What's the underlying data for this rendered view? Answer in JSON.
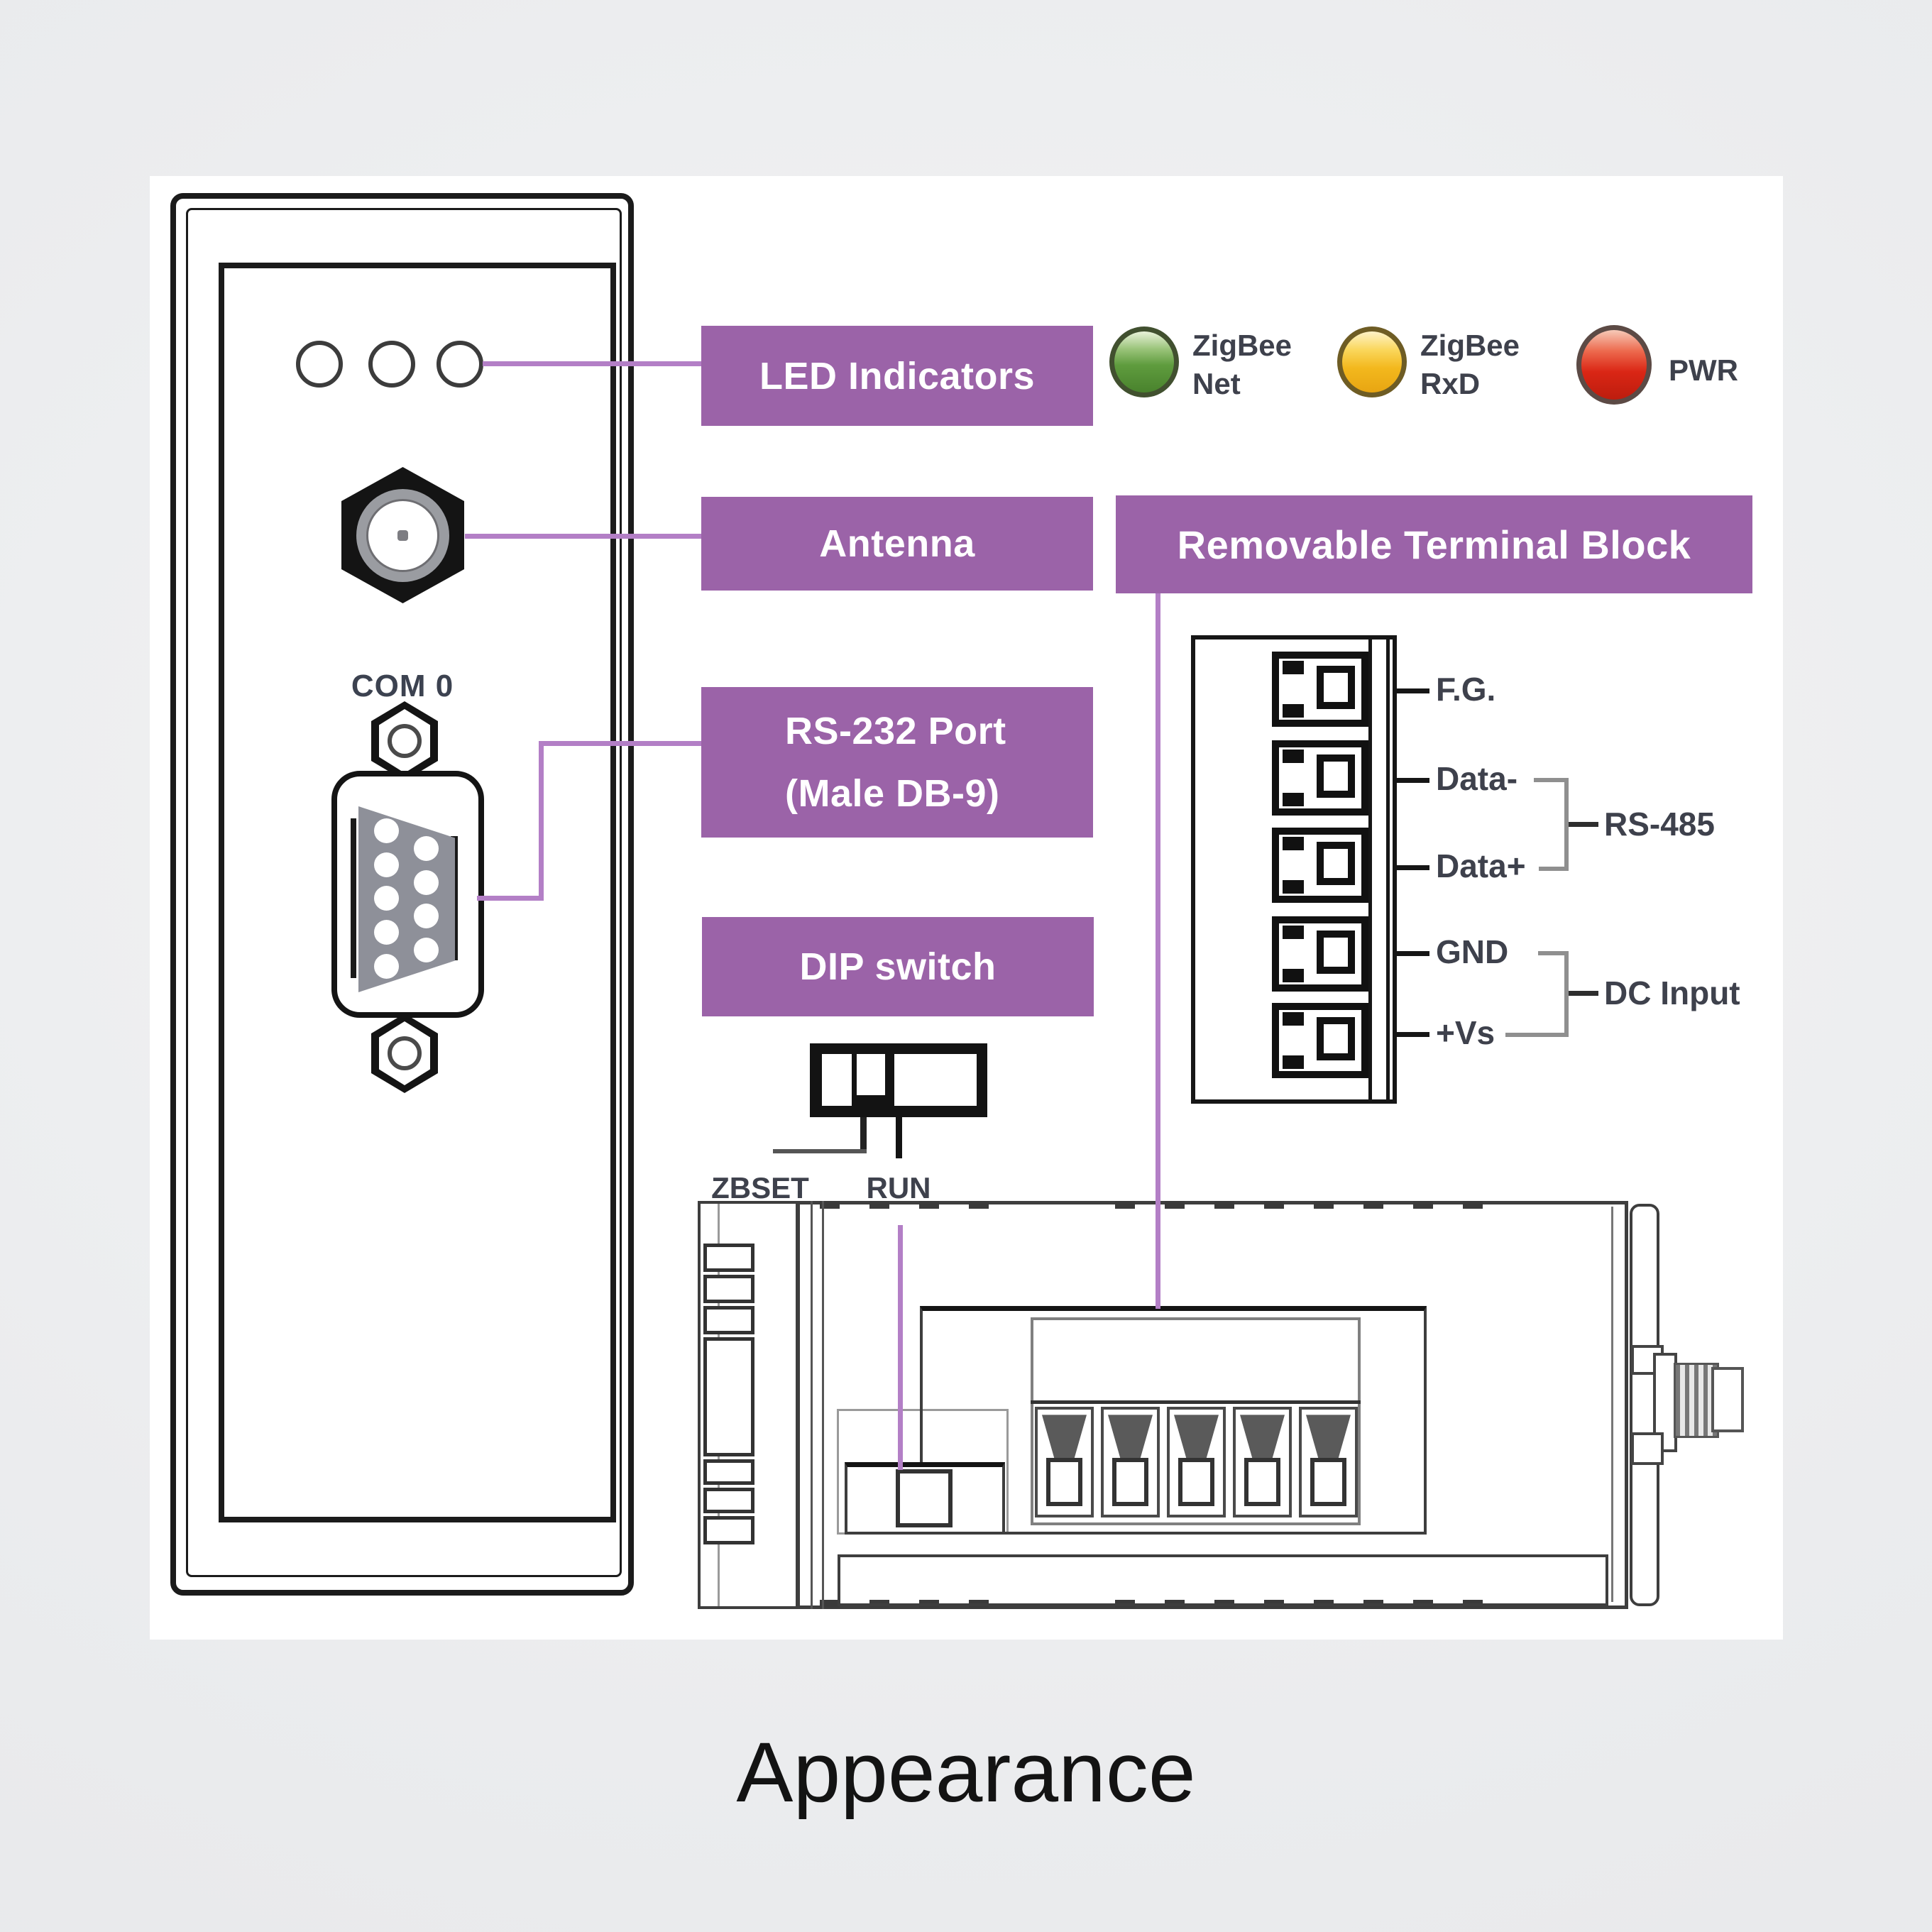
{
  "title": "Appearance",
  "colors": {
    "accent_purple": "#9b63a8",
    "leader_purple": "#b37fc6",
    "led_green": "#5f9c3e",
    "led_yellow": "#f3b81d",
    "led_red": "#da2615"
  },
  "labels": {
    "led_indicators": "LED Indicators",
    "antenna": "Antenna",
    "rs232_line1": "RS-232 Port",
    "rs232_line2": "(Male DB-9)",
    "dip_switch": "DIP switch",
    "terminal_block": "Removable Terminal Block"
  },
  "front_panel": {
    "com_port": "COM 0"
  },
  "led_legend": [
    {
      "color": "green",
      "line1": "ZigBee",
      "line2": "Net"
    },
    {
      "color": "yellow",
      "line1": "ZigBee",
      "line2": "RxD"
    },
    {
      "color": "red",
      "line1": "PWR",
      "line2": ""
    }
  ],
  "dip": {
    "left_position": "ZBSET",
    "right_position": "RUN"
  },
  "terminals": [
    {
      "label": "F.G."
    },
    {
      "label": "Data-"
    },
    {
      "label": "Data+"
    },
    {
      "label": "GND"
    },
    {
      "label": "+Vs"
    }
  ],
  "terminal_groups": [
    {
      "label": "RS-485"
    },
    {
      "label": "DC Input"
    }
  ]
}
